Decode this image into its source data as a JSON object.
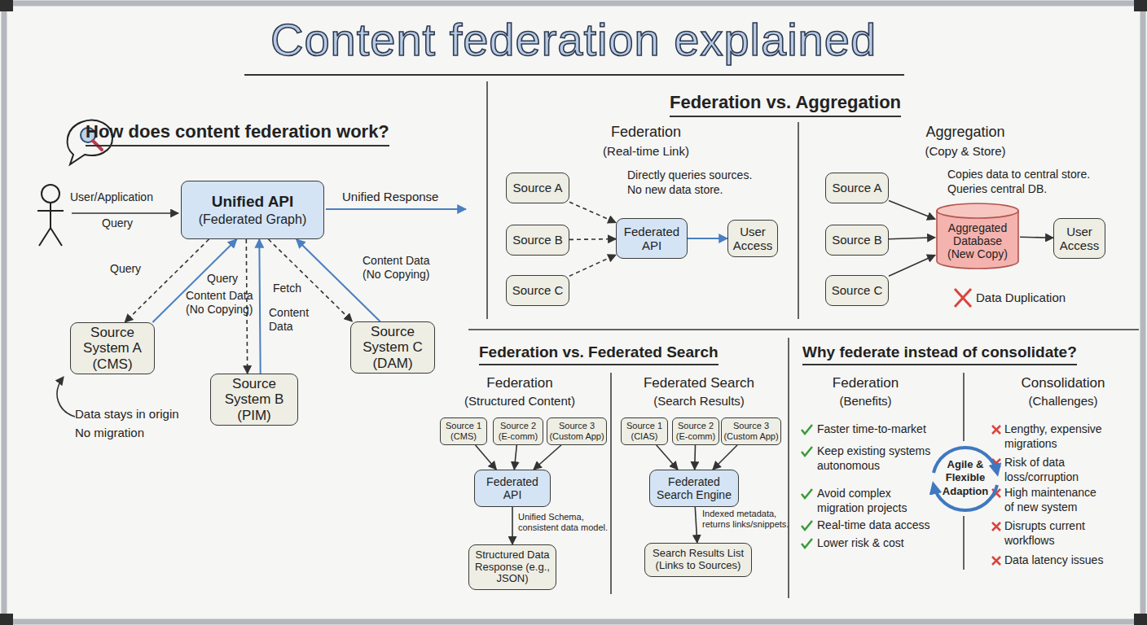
{
  "diagram": {
    "title": "Content federation explained",
    "nodes": [
      {
        "text": [
          "Unified API",
          "(Federated Graph)"
        ]
      },
      {
        "text": [
          "Source System A (CMS)"
        ]
      },
      {
        "text": [
          "Source System B (PIM)"
        ]
      },
      {
        "text": [
          "Source System C (DAM)"
        ]
      },
      {
        "text": [
          "Source A"
        ]
      },
      {
        "text": [
          "Source B"
        ]
      },
      {
        "text": [
          "Source C"
        ]
      },
      {
        "text": [
          "Federated API"
        ]
      },
      {
        "text": [
          "User Access"
        ]
      },
      {
        "text": [
          "Source A"
        ]
      },
      {
        "text": [
          "Source B"
        ]
      },
      {
        "text": [
          "Source C"
        ]
      },
      {
        "text": [
          "Aggregated Database (New Copy)"
        ]
      },
      {
        "text": [
          "User Access"
        ]
      },
      {
        "text": [
          "Source 1 (CMS)"
        ]
      },
      {
        "text": [
          "Source 2 (E-comm)"
        ]
      },
      {
        "text": [
          "Source 3 (Custom App)"
        ]
      },
      {
        "text": [
          "Federated API"
        ]
      },
      {
        "text": [
          "Structured Data Response (e.g., JSON)"
        ]
      },
      {
        "text": [
          "Source 1 (CIAS)"
        ]
      },
      {
        "text": [
          "Source 2 (E-comm)"
        ]
      },
      {
        "text": [
          "Source 3 (Custom App)"
        ]
      },
      {
        "text": [
          "Federated Search Engine"
        ]
      },
      {
        "text": [
          "Search Results List (Links to Sources)"
        ]
      }
    ],
    "edges": [
      {
        "from": 0,
        "to": 1,
        "label": "Query",
        "arrow": "to"
      },
      {
        "from": 1,
        "to": 0,
        "label": "Content Data (No Copying)",
        "arrow": "to"
      },
      {
        "from": 0,
        "to": 2,
        "label": "Query",
        "arrow": "to"
      },
      {
        "from": 2,
        "to": 0,
        "label": "Content Data",
        "arrow": "to"
      },
      {
        "from": 0,
        "to": 3,
        "label": "Fetch",
        "arrow": "to"
      },
      {
        "from": 3,
        "to": 0,
        "label": "Content Data (No Copying)",
        "arrow": "to"
      },
      {
        "from": 4,
        "to": 7,
        "arrow": "to"
      },
      {
        "from": 5,
        "to": 7,
        "arrow": "to"
      },
      {
        "from": 6,
        "to": 7,
        "arrow": "to"
      },
      {
        "from": 7,
        "to": 8,
        "arrow": "to"
      },
      {
        "from": 9,
        "to": 12,
        "arrow": "to"
      },
      {
        "from": 10,
        "to": 12,
        "arrow": "to"
      },
      {
        "from": 11,
        "to": 12,
        "arrow": "to"
      },
      {
        "from": 12,
        "to": 13,
        "arrow": "to"
      },
      {
        "from": 14,
        "to": 17,
        "arrow": "to"
      },
      {
        "from": 15,
        "to": 17,
        "arrow": "to"
      },
      {
        "from": 16,
        "to": 17,
        "arrow": "to"
      },
      {
        "from": 17,
        "to": 18,
        "label": "Unified Schema, consistent data model.",
        "arrow": "to"
      },
      {
        "from": 19,
        "to": 22,
        "arrow": "to"
      },
      {
        "from": 20,
        "to": 22,
        "arrow": "to"
      },
      {
        "from": 21,
        "to": 22,
        "arrow": "to"
      },
      {
        "from": 22,
        "to": 23,
        "label": "Indexed metadata, returns links/snippets.",
        "arrow": "to"
      }
    ],
    "labels": [
      "How does content federation work?",
      "User/Application",
      "Query",
      "Unified Response",
      "Data stays in origin",
      "No migration",
      "Federation vs. Aggregation",
      "Federation",
      "(Real-time Link)",
      "Directly queries sources. No new data store.",
      "Aggregation",
      "(Copy & Store)",
      "Copies data to central store. Queries central DB.",
      "Data Duplication",
      "Federation vs. Federated Search",
      "Federation",
      "(Structured Content)",
      "Federated Search",
      "(Search Results)",
      "Why federate instead of consolidate?",
      "Federation",
      "(Benefits)",
      "Faster time-to-market",
      "Keep existing systems autonomous",
      "Avoid complex migration projects",
      "Real-time data access",
      "Lower risk & cost",
      "Agile & Flexible Adaption",
      "Consolidation",
      "(Challenges)",
      "Lengthy, expensive migrations",
      "Risk of data loss/corruption",
      "High maintenance of new system",
      "Disrupts current workflows",
      "Data latency issues"
    ]
  }
}
